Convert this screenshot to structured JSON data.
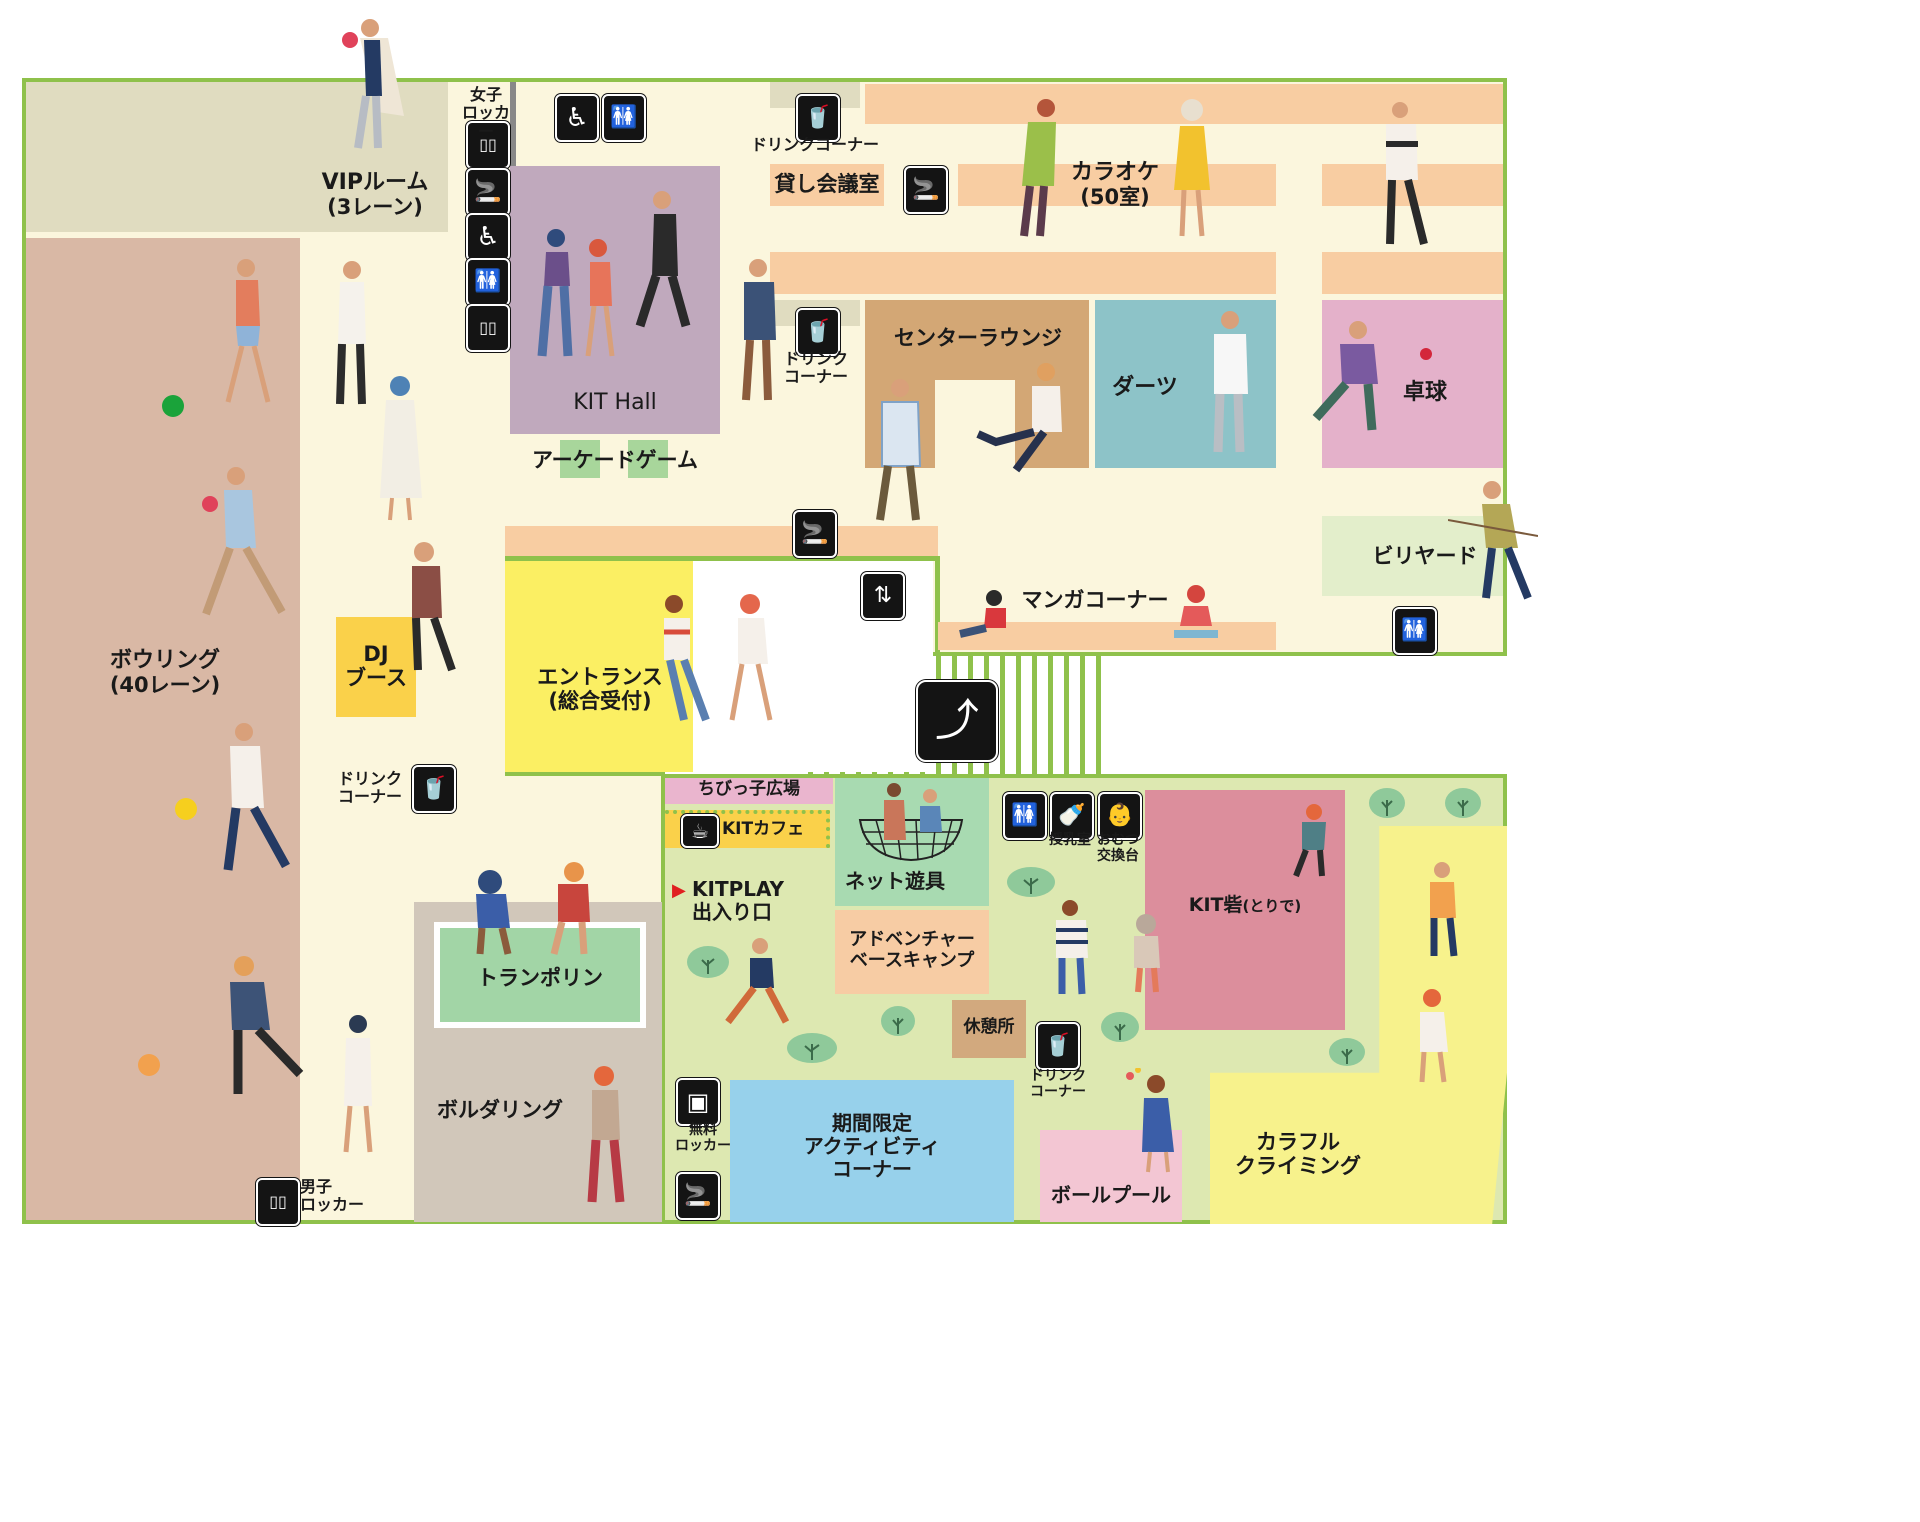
{
  "colors": {
    "wall": "#8fc14b",
    "floor": "#fbf6dd",
    "bowling": "#d9b8a5",
    "vip": "#e0dcc0",
    "hall": "#c0a9bd",
    "karaoke_room": "#f8cda2",
    "lounge": "#d3a775",
    "darts": "#8dc3c8",
    "pingpong": "#e4b1ca",
    "billiards": "#e3eecb",
    "entrance": "#fbef63",
    "dj": "#fad14a",
    "bouldering": "#d1c7ba",
    "trampoline": "#a2d5a6",
    "kitplay": "#dde8b1",
    "fort": "#dc8e9c",
    "colorful": "#f7f28c",
    "activity": "#97d1eb",
    "ballpool": "#f3c6d3",
    "adventure": "#f7cca4",
    "rest": "#d2a97e",
    "kids_square": "#eab5ce",
    "cafe": "#fad14a",
    "net": "#a8dab1"
  },
  "areas": {
    "vip": {
      "name": "VIPルーム",
      "sub": "(3レーン)"
    },
    "bowling": {
      "name": "ボウリング",
      "sub": "(40レーン)"
    },
    "women_locker": "女子\nロッカー",
    "men_locker": "男子\nロッカー",
    "kit_hall": "KIT Hall",
    "arcade": "アーケードゲーム",
    "drink1": "ドリンクコーナー",
    "drink2": "ドリンク\nコーナー",
    "drink3": "ドリンク\nコーナー",
    "drink4": "ドリンク\nコーナー",
    "rental_room": "貸し会議室",
    "karaoke": {
      "name": "カラオケ",
      "sub": "(50室)"
    },
    "center_lounge": "センターラウンジ",
    "darts": "ダーツ",
    "pingpong": "卓球",
    "billiards": "ビリヤード",
    "manga": "マンガコーナー",
    "dj": "DJ\nブース",
    "entrance": {
      "name": "エントランス",
      "sub": "(総合受付)"
    },
    "kids_square": "ちびっ子広場",
    "kit_cafe": "KITカフェ",
    "net_play": "ネット遊具",
    "kitplay_gate": "KITPLAY\n出入り口",
    "nursing": "授乳室",
    "diaper": "おむつ\n交換台",
    "kit_fort": {
      "name": "KIT砦",
      "sub": "(とりで)"
    },
    "trampoline": "トランポリン",
    "adventure": "アドベンチャー\nベースキャンプ",
    "rest": "休憩所",
    "bouldering": "ボルダリング",
    "free_locker": "無料\nロッカー",
    "limited": "期間限定\nアクティビティ\nコーナー",
    "ball_pool": "ボールプール",
    "climbing": "カラフル\nクライミング"
  },
  "icons": {
    "wheelchair": "wheelchair-icon",
    "restroom": "restroom-icon",
    "locker": "locker-icon",
    "smoking": "smoking-icon",
    "drink": "drink-icon",
    "elevator": "elevator-icon",
    "escalator": "escalator-icon",
    "cafe": "coffee-cup-icon",
    "bottle": "baby-bottle-icon",
    "diaper": "diaper-change-icon",
    "free_locker": "free-locker-icon"
  },
  "glyphs": {
    "wheelchair": "♿",
    "restroom": "🚻",
    "locker": "▯▯",
    "smoking": "🚬",
    "drink": "🥤",
    "elevator": "⇅",
    "escalator": "⤴",
    "cafe": "☕",
    "bottle": "🍼",
    "diaper": "👶",
    "free_locker": "▣",
    "gate": "▶"
  }
}
